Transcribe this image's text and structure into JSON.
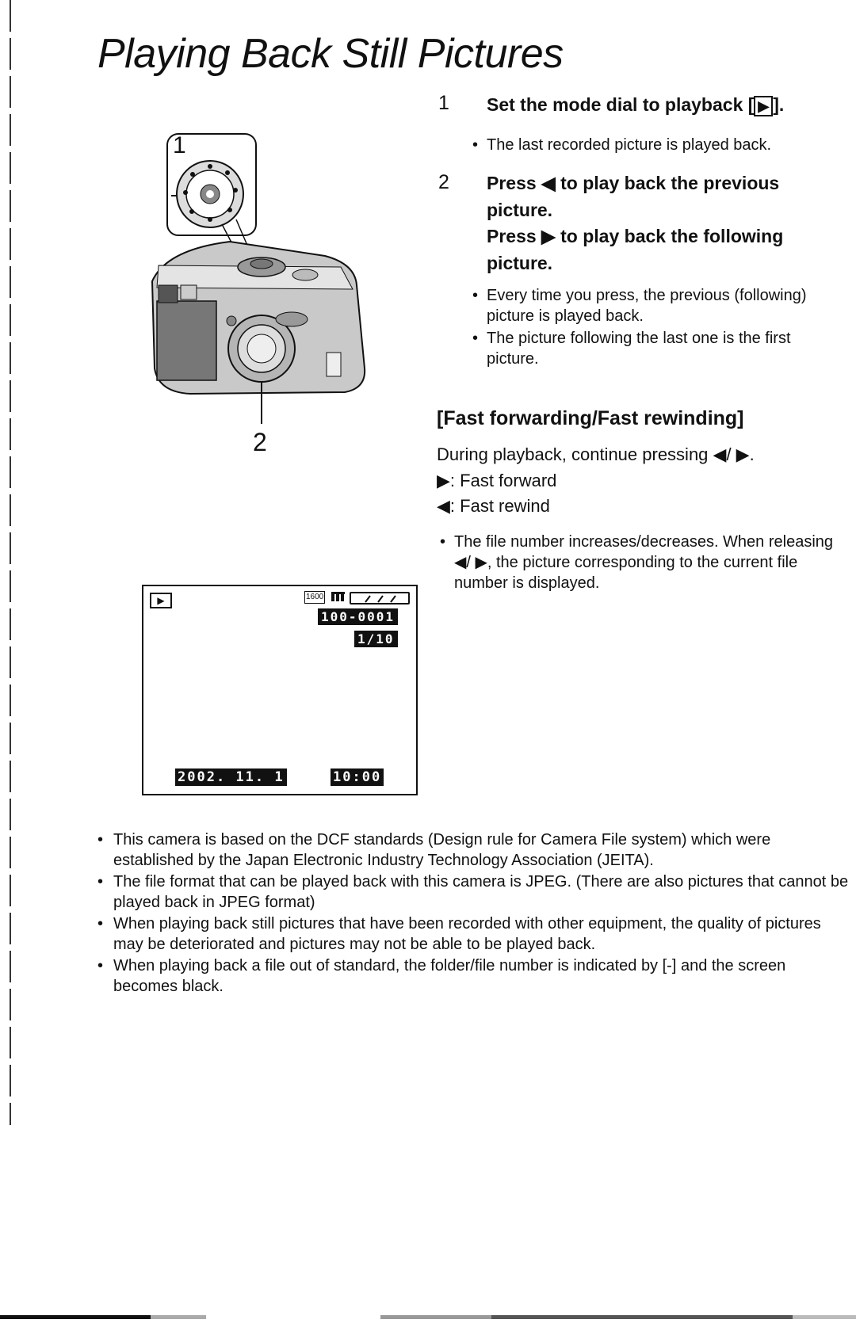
{
  "title": "Playing Back Still Pictures",
  "step1": {
    "num": "1",
    "text_pre": "Set the mode dial to playback [",
    "text_icon": "▶",
    "text_post": "].",
    "bullet": "The last recorded picture is played back."
  },
  "step2": {
    "num": "2",
    "line1": "Press ◀ to play back the previous picture.",
    "line2": "Press ▶ to play back the following picture.",
    "bullets": [
      "Every time you press, the previous (following) picture is played back.",
      "The picture following the last one is the first picture."
    ]
  },
  "fast": {
    "heading": "[Fast forwarding/Fast rewinding]",
    "intro": "During playback, continue pressing ◀/ ▶.",
    "forward": "▶: Fast forward",
    "rewind": "◀: Fast rewind",
    "bullet": "The file number increases/decreases. When releasing ◀/ ▶, the picture corresponding to the current file number is displayed."
  },
  "illustration": {
    "callout1": "1",
    "callout2": "2"
  },
  "lcd": {
    "mode_icon": "▶",
    "resolution": "1600",
    "file_number": "100-0001",
    "count": "1/10",
    "date": "2002. 11. 1",
    "time": "10:00"
  },
  "notes": [
    "This camera is based on the DCF standards (Design rule for Camera File system) which were established by the Japan Electronic Industry Technology Association (JEITA).",
    "The file format that can be played back with this camera is JPEG. (There are also pictures that cannot be played back in JPEG format)",
    "When playing back still pictures that have been recorded with other equipment, the quality of pictures may be deteriorated and pictures may not be able to be played back.",
    "When playing back a file out of standard, the folder/file number is indicated by [-] and the screen becomes black."
  ]
}
